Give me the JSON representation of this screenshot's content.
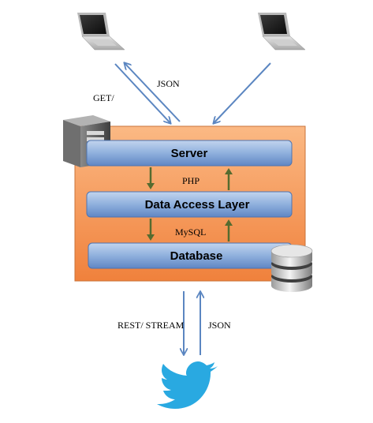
{
  "layers": {
    "server": "Server",
    "data_access": "Data Access Layer",
    "database": "Database"
  },
  "labels": {
    "get": "GET/",
    "json_top": "JSON",
    "php": "PHP",
    "mysql": "MySQL",
    "rest_stream": "REST/ STREAM",
    "json_bottom": "JSON"
  },
  "icons": {
    "client_left": "laptop-icon",
    "client_right": "laptop-icon",
    "server": "server-tower-icon",
    "database": "database-cylinder-icon",
    "external_service": "twitter-bird-icon"
  },
  "colors": {
    "container_fill": "#f59a55",
    "layer_fill": "#7ba0d4",
    "network_arrow": "#5b86c1",
    "internal_arrow": "#556b2f",
    "twitter_blue": "#29a9e1"
  }
}
